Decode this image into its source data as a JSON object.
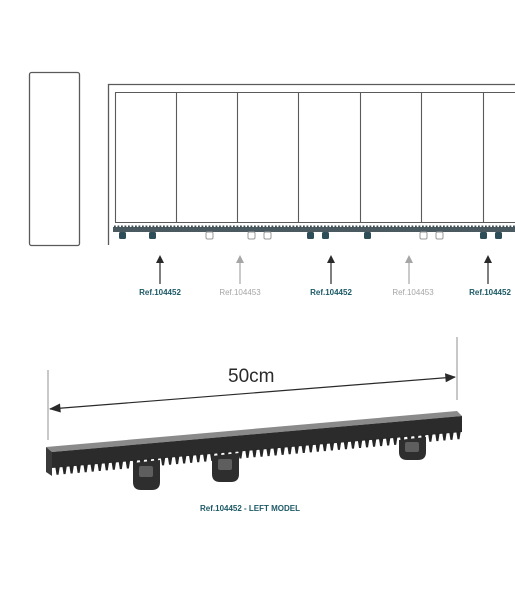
{
  "colors": {
    "line": "#5a5a5a",
    "accent": "#1d5a66",
    "muted": "#a6a6a6",
    "rack": "#2a2a2a"
  },
  "refs": [
    {
      "label": "Ref.104452",
      "active": true
    },
    {
      "label": "Ref.104453",
      "active": false
    },
    {
      "label": "Ref.104452",
      "active": true
    },
    {
      "label": "Ref.104453",
      "active": false
    },
    {
      "label": "Ref.104452",
      "active": true
    }
  ],
  "dimension": {
    "label": "50cm"
  },
  "caption": "Ref.104452 - LEFT MODEL"
}
